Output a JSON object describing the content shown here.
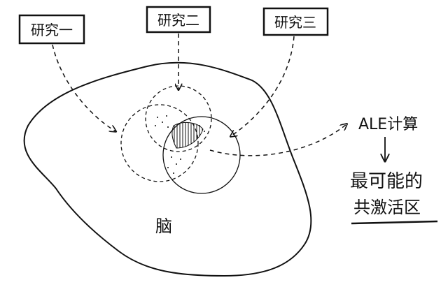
{
  "studies": [
    {
      "label": "研究一"
    },
    {
      "label": "研究二"
    },
    {
      "label": "研究三"
    }
  ],
  "brain_label": "脑",
  "ale_label": "ALE计算",
  "result_line1": "最可能的",
  "result_line2": "共激活区",
  "colors": {
    "ink": "#111111",
    "background": "#ffffff"
  }
}
